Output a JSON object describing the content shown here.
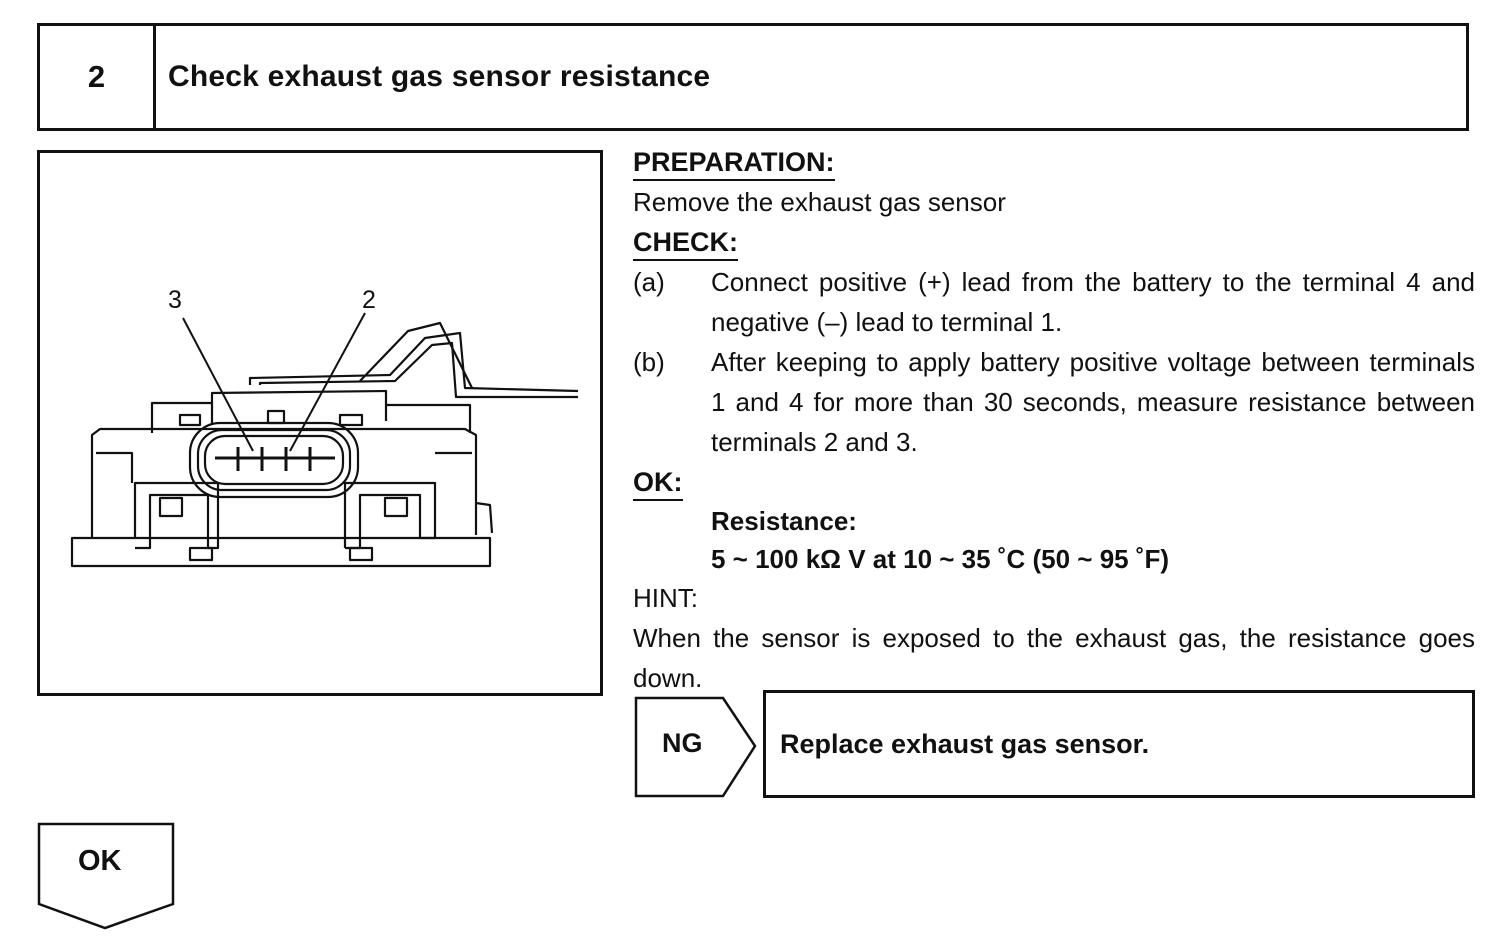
{
  "header": {
    "step_number": "2",
    "title": "Check exhaust gas sensor resistance"
  },
  "figure": {
    "label_left": "3",
    "label_right": "2"
  },
  "preparation": {
    "heading": "PREPARATION:",
    "text": "Remove the exhaust gas sensor"
  },
  "check": {
    "heading": "CHECK:",
    "items": [
      {
        "marker": "(a)",
        "text": "Connect positive (+) lead from the battery to the terminal 4 and negative (–) lead to terminal 1."
      },
      {
        "marker": "(b)",
        "text": "After keeping to apply battery positive voltage between terminals 1 and 4 for more than 30 seconds, measure resistance between terminals 2 and 3."
      }
    ]
  },
  "ok_spec": {
    "heading": "OK:",
    "label": "Resistance:",
    "value": "5 ~ 100 kΩ V at 10 ~ 35 ˚C (50 ~ 95 ˚F)"
  },
  "hint": {
    "heading": "HINT:",
    "text": "When the sensor is exposed to the exhaust gas, the resistance goes down."
  },
  "ng": {
    "label": "NG",
    "action": "Replace exhaust gas sensor."
  },
  "ok_flow": {
    "label": "OK"
  }
}
